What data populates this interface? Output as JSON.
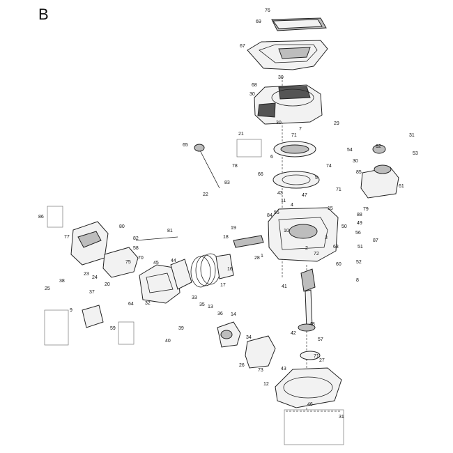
{
  "sheet_label": "B",
  "callouts": [
    "76",
    "69",
    "67",
    "30",
    "68",
    "30",
    "30",
    "29",
    "7",
    "71",
    "21",
    "65",
    "78",
    "6",
    "54",
    "30",
    "62",
    "31",
    "53",
    "74",
    "85",
    "66",
    "5",
    "83",
    "43",
    "47",
    "71",
    "61",
    "22",
    "11",
    "4",
    "15",
    "79",
    "55",
    "84",
    "88",
    "49",
    "86",
    "80",
    "19",
    "50",
    "56",
    "10",
    "82",
    "81",
    "77",
    "18",
    "87",
    "58",
    "63",
    "3",
    "2",
    "72",
    "51",
    "28",
    "70",
    "44",
    "9",
    "1",
    "60",
    "52",
    "45",
    "75",
    "16",
    "23",
    "8",
    "24",
    "17",
    "20",
    "38",
    "41",
    "25",
    "37",
    "64",
    "32",
    "33",
    "35",
    "13",
    "39",
    "14",
    "36",
    "59",
    "48",
    "40",
    "42",
    "57",
    "34",
    "71",
    "73",
    "27",
    "26",
    "43",
    "12",
    "46",
    "31"
  ],
  "icons": [
    "engine-block-icon",
    "starter-housing-icon",
    "flywheel-icon",
    "fuel-tank-icon",
    "muffler-icon",
    "carburetor-icon",
    "crankshaft-icon",
    "piston-icon",
    "base-plate-icon",
    "engine-cover-icon"
  ]
}
